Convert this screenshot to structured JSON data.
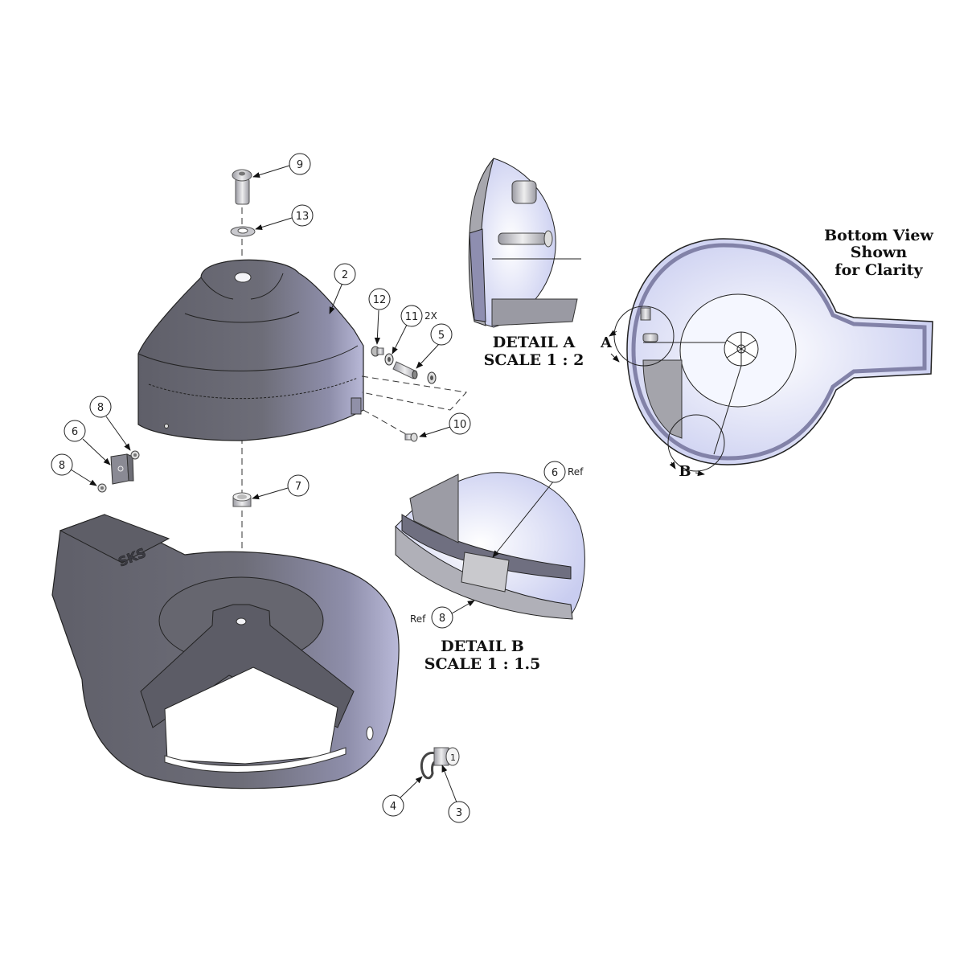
{
  "drawing": {
    "type": "exploded assembly drawing",
    "colors": {
      "part_body": "#6e6e78",
      "part_body_light": "#a9a9c6",
      "part_highlight": "#d8d8ee",
      "interior": "#e8ebfb",
      "line": "#222222",
      "background": "#ffffff"
    }
  },
  "balloons": [
    {
      "id": "9",
      "label": "9",
      "note": ""
    },
    {
      "id": "13",
      "label": "13",
      "note": ""
    },
    {
      "id": "2",
      "label": "2",
      "note": ""
    },
    {
      "id": "12",
      "label": "12",
      "note": ""
    },
    {
      "id": "11",
      "label": "11",
      "note": "2X"
    },
    {
      "id": "5",
      "label": "5",
      "note": ""
    },
    {
      "id": "10",
      "label": "10",
      "note": ""
    },
    {
      "id": "8a",
      "label": "8",
      "note": ""
    },
    {
      "id": "6",
      "label": "6",
      "note": ""
    },
    {
      "id": "8b",
      "label": "8",
      "note": ""
    },
    {
      "id": "7",
      "label": "7",
      "note": ""
    },
    {
      "id": "4",
      "label": "4",
      "note": ""
    },
    {
      "id": "3",
      "label": "3",
      "note": ""
    }
  ],
  "detail_a": {
    "title": "DETAIL A",
    "scale": "SCALE 1 : 2"
  },
  "detail_b": {
    "title": "DETAIL B",
    "scale": "SCALE 1 : 1.5",
    "balloons": [
      {
        "label": "6",
        "note": "Ref"
      },
      {
        "label": "8",
        "note": "Ref"
      }
    ]
  },
  "bottom_view": {
    "caption_line1": "Bottom View",
    "caption_line2": "Shown",
    "caption_line3": "for Clarity",
    "detail_marker_a": "A",
    "detail_marker_b": "B"
  },
  "logo_text": "SKS"
}
